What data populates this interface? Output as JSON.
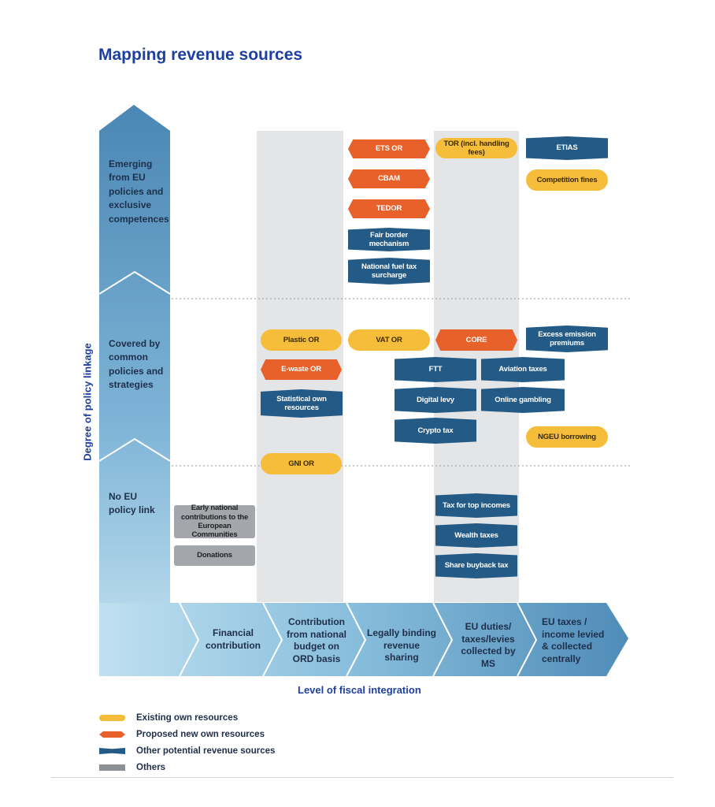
{
  "title": "Mapping revenue sources",
  "axes": {
    "y_title": "Degree of policy linkage",
    "x_title": "Level of fiscal integration",
    "y_levels": [
      "Emerging from EU policies and exclusive competences",
      "Covered by common policies and strategies",
      "No EU policy link"
    ],
    "x_levels": [
      "Financial contribution",
      "Contribution from national budget on ORD basis",
      "Legally binding revenue sharing",
      "EU duties/ taxes/levies collected by MS",
      "EU taxes / income levied & collected centrally"
    ]
  },
  "colors": {
    "existing": "#f5bd3a",
    "proposed": "#e8602a",
    "other": "#235a86",
    "others": "#a3a7ab",
    "axis": "#5c98c1"
  },
  "nodes": [
    {
      "label": "ETS OR",
      "category": "proposed"
    },
    {
      "label": "CBAM",
      "category": "proposed"
    },
    {
      "label": "TEDOR",
      "category": "proposed"
    },
    {
      "label": "Fair border mechanism",
      "category": "other"
    },
    {
      "label": "National fuel tax surcharge",
      "category": "other"
    },
    {
      "label": "TOR (incl. handling fees)",
      "category": "existing"
    },
    {
      "label": "ETIAS",
      "category": "other"
    },
    {
      "label": "Competition fines",
      "category": "existing"
    },
    {
      "label": "Plastic OR",
      "category": "existing"
    },
    {
      "label": "VAT OR",
      "category": "existing"
    },
    {
      "label": "CORE",
      "category": "proposed"
    },
    {
      "label": "Excess emission premiums",
      "category": "other"
    },
    {
      "label": "E-waste OR",
      "category": "proposed"
    },
    {
      "label": "FTT",
      "category": "other"
    },
    {
      "label": "Aviation taxes",
      "category": "other"
    },
    {
      "label": "Statistical own resources",
      "category": "other"
    },
    {
      "label": "Digital levy",
      "category": "other"
    },
    {
      "label": "Online gambling",
      "category": "other"
    },
    {
      "label": "Crypto tax",
      "category": "other"
    },
    {
      "label": "NGEU borrowing",
      "category": "existing"
    },
    {
      "label": "GNI OR",
      "category": "existing"
    },
    {
      "label": "Early national contributions to the European Communities",
      "category": "others"
    },
    {
      "label": "Donations",
      "category": "others"
    },
    {
      "label": "Tax for top incomes",
      "category": "other"
    },
    {
      "label": "Wealth taxes",
      "category": "other"
    },
    {
      "label": "Share buyback tax",
      "category": "other"
    }
  ],
  "legend": [
    {
      "label": "Existing own resources",
      "category": "existing"
    },
    {
      "label": "Proposed new own resources",
      "category": "proposed"
    },
    {
      "label": "Other potential revenue sources",
      "category": "other"
    },
    {
      "label": "Others",
      "category": "others"
    }
  ]
}
